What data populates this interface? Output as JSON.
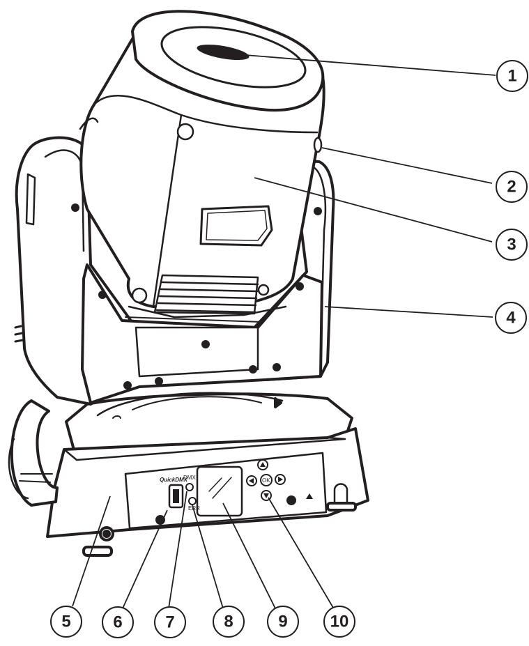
{
  "callouts": [
    {
      "number": "1",
      "part": "lens-output"
    },
    {
      "number": "2",
      "part": "head-handle-mount"
    },
    {
      "number": "3",
      "part": "moving-head"
    },
    {
      "number": "4",
      "part": "yoke-arm"
    },
    {
      "number": "5",
      "part": "base"
    },
    {
      "number": "6",
      "part": "usb-port"
    },
    {
      "number": "7",
      "part": "dmx-led"
    },
    {
      "number": "8",
      "part": "error-led"
    },
    {
      "number": "9",
      "part": "display"
    },
    {
      "number": "10",
      "part": "control-buttons"
    }
  ],
  "panel_labels": {
    "brand": "QuickDMX",
    "dmx": "DMX",
    "err": "ERR",
    "ok": "OK"
  },
  "colors": {
    "line": "#231f20",
    "fill": "#ffffff",
    "shade": "#f3f3f3"
  }
}
